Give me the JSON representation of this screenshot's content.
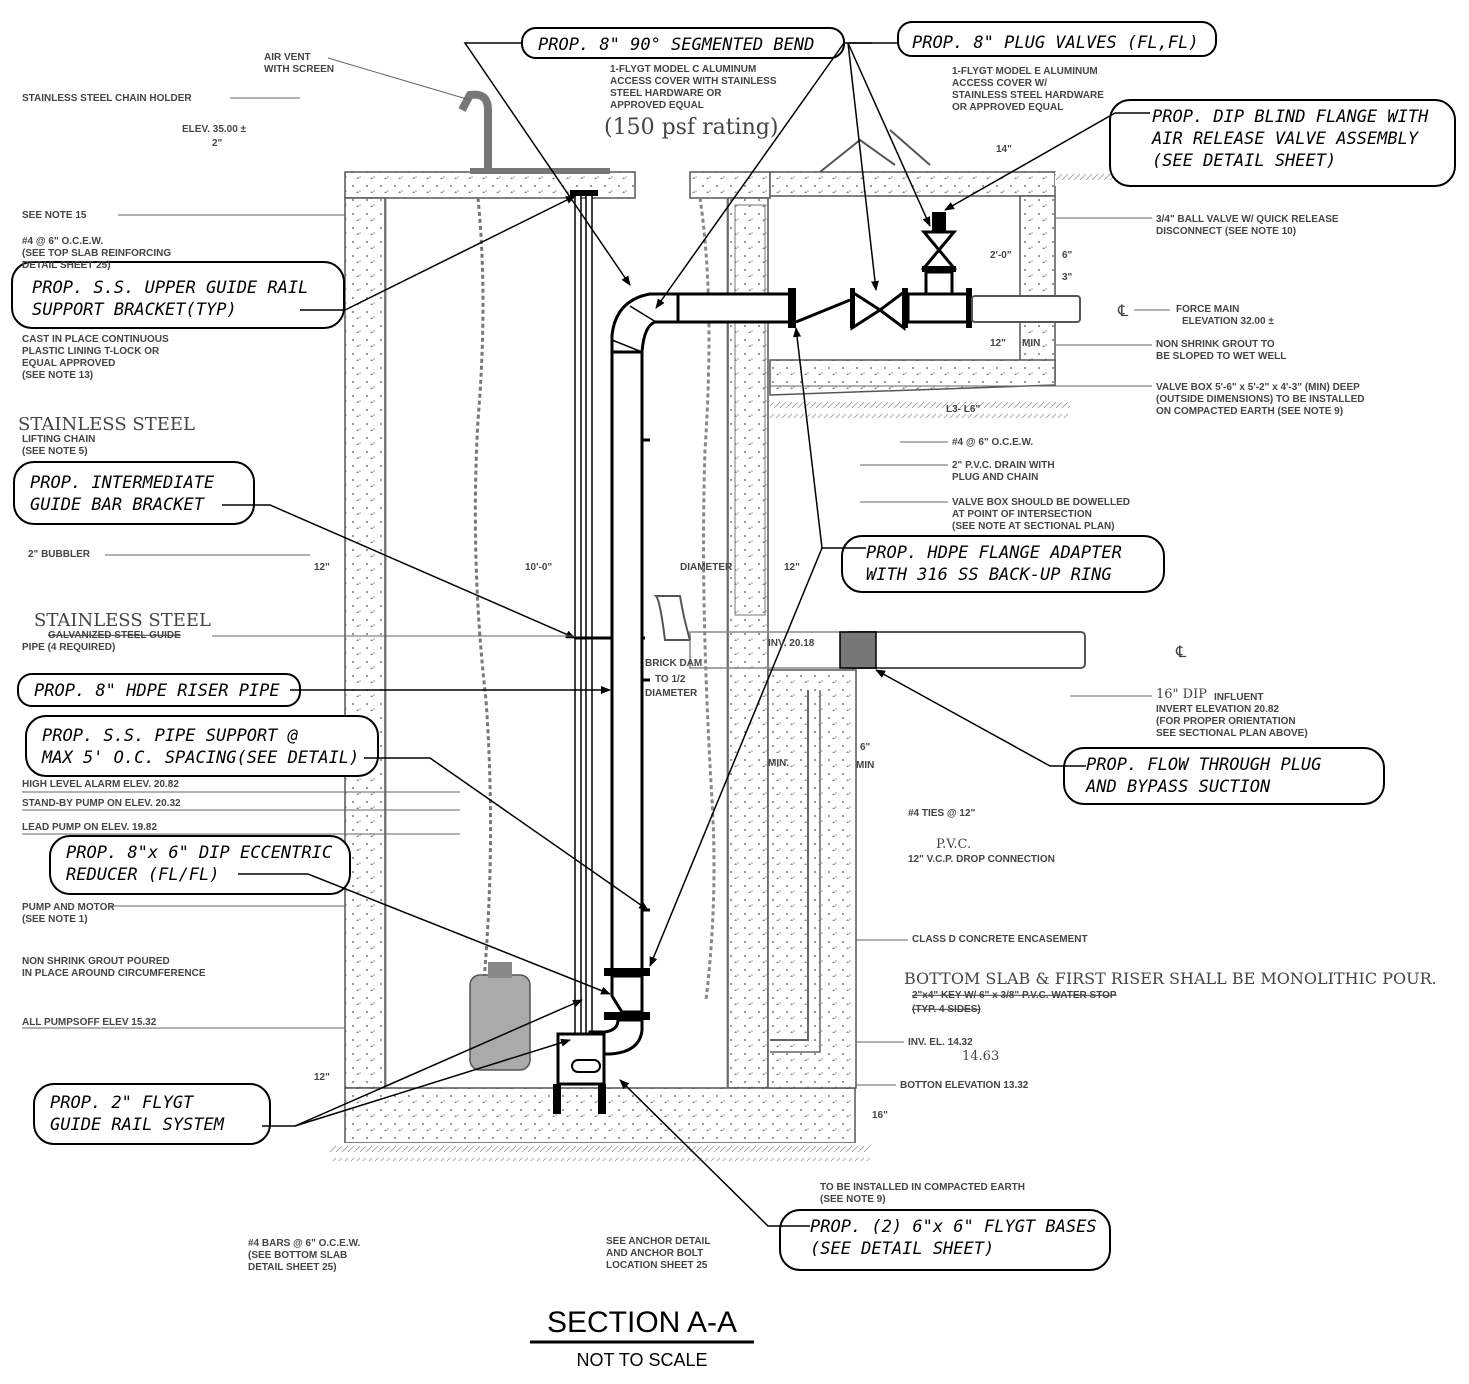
{
  "title": {
    "main": "SECTION A-A",
    "sub": "NOT TO SCALE"
  },
  "callouts": {
    "bend": "PROP. 8\" 90° SEGMENTED BEND",
    "plug_valves": "PROP. 8\" PLUG VALVES (FL,FL)",
    "blind_flange": [
      "PROP. DIP BLIND FLANGE WITH",
      "AIR RELEASE VALVE ASSEMBLY",
      "(SEE DETAIL SHEET)"
    ],
    "upper_bracket": [
      "PROP. S.S. UPPER GUIDE RAIL",
      "SUPPORT BRACKET(TYP)"
    ],
    "intermediate_bracket": [
      "PROP. INTERMEDIATE",
      "GUIDE BAR BRACKET"
    ],
    "hdpe_flange": [
      "PROP. HDPE FLANGE ADAPTER",
      "WITH 316 SS BACK-UP RING"
    ],
    "riser": "PROP. 8\" HDPE RISER PIPE",
    "pipe_support": [
      "PROP. S.S. PIPE SUPPORT @",
      "MAX 5' O.C. SPACING(SEE DETAIL)"
    ],
    "reducer": [
      "PROP. 8\"x 6\" DIP ECCENTRIC",
      "REDUCER (FL/FL)"
    ],
    "flow_plug": [
      "PROP. FLOW THROUGH PLUG",
      "AND BYPASS SUCTION"
    ],
    "guide_rail": [
      "PROP. 2\" FLYGT",
      "GUIDE RAIL SYSTEM"
    ],
    "bases": [
      "PROP. (2) 6\"x 6\" FLYGT BASES",
      "(SEE DETAIL SHEET)"
    ]
  },
  "labels_left": {
    "air_vent": [
      "AIR VENT",
      "WITH SCREEN"
    ],
    "chain_holder": "STAINLESS STEEL CHAIN HOLDER",
    "elev": "ELEV. 35.00 ±",
    "two_in": "2\"",
    "see_note_15": "SEE NOTE 15",
    "rebar": [
      "#4 @ 6\" O.C.E.W.",
      "(SEE TOP SLAB REINFORCING",
      "DETAIL SHEET 25)"
    ],
    "liner": [
      "CAST IN PLACE CONTINUOUS",
      "PLASTIC LINING T-LOCK OR",
      "EQUAL APPROVED",
      "(SEE NOTE 13)"
    ],
    "ss_hand": "STAINLESS STEEL",
    "lifting_chain": [
      "LIFTING CHAIN",
      "(SEE NOTE 5)"
    ],
    "bubbler": "2\" BUBBLER",
    "ss_hand_2": "STAINLESS STEEL",
    "galv_guide": "GALVANIZED STEEL GUIDE",
    "guide_pipe": "PIPE (4 REQUIRED)",
    "high_alarm": "HIGH LEVEL ALARM ELEV. 20.82",
    "standby": "STAND-BY PUMP ON ELEV. 20.32",
    "lead": "LEAD PUMP ON ELEV. 19.82",
    "pump_motor": [
      "PUMP AND MOTOR",
      "(SEE NOTE 1)"
    ],
    "grout": [
      "NON SHRINK GROUT POURED",
      "IN PLACE AROUND CIRCUMFERENCE"
    ],
    "pumps_off": "ALL PUMPSOFF ELEV 15.32",
    "bottom_bars": [
      "#4 BARS @ 6\" O.C.E.W.",
      "(SEE BOTTOM SLAB",
      "DETAIL SHEET 25)"
    ],
    "anchor": [
      "SEE ANCHOR DETAIL",
      "AND ANCHOR BOLT",
      "LOCATION SHEET 25"
    ],
    "compacted": [
      "TO BE INSTALLED IN COMPACTED EARTH",
      "(SEE NOTE 9)"
    ]
  },
  "labels_center": {
    "flygt_cover": [
      "1-FLYGT MODEL C ALUMINUM",
      "ACCESS COVER WITH STAINLESS",
      "STEEL HARDWARE OR",
      "APPROVED EQUAL"
    ],
    "psf": "(150 psf rating)",
    "diameter_10": "10'-0\"",
    "diameter": "DIAMETER",
    "twelve_l": "12\"",
    "twelve_r": "12\"",
    "brick_dam": [
      "BRICK DAM",
      "TO 1/2",
      "DIAMETER"
    ],
    "invert_in": "INV. 20.18",
    "six_min": [
      "6\"",
      "MIN"
    ],
    "min_lbl": "MIN.",
    "sixteen": "16\"",
    "twelve_bot": "12\""
  },
  "labels_right": {
    "valve_cover": [
      "1-FLYGT MODEL E ALUMINUM",
      "ACCESS COVER W/",
      "STAINLESS STEEL HARDWARE",
      "OR APPROVED EQUAL"
    ],
    "fourteen": "14\"",
    "ball_valve": [
      "3/4\" BALL  VALVE  W/ QUICK RELEASE",
      "DISCONNECT  (SEE NOTE 10)"
    ],
    "dims": [
      "2'-0\"",
      "6\"",
      "3\"",
      "12\"",
      "MIN"
    ],
    "force_main": [
      "FORCE MAIN",
      "ELEVATION 32.00 ±"
    ],
    "grout_slope": [
      "NON SHRINK GROUT TO",
      "BE SLOPED TO WET WELL"
    ],
    "valve_box": [
      "VALVE BOX 5'-6\" x 5'-2\" x 4'-3\" (MIN) DEEP",
      "(OUTSIDE DIMENSIONS) TO BE INSTALLED",
      "ON COMPACTED EARTH (SEE NOTE 9)"
    ],
    "l3": "L3- L6\"",
    "rebar_r": "#4 @ 6\" O.C.E.W.",
    "drain": [
      "2\" P.V.C. DRAIN WITH",
      "PLUG AND CHAIN"
    ],
    "dowel": [
      "VALVE BOX SHOULD BE DOWELLED",
      "AT POINT OF INTERSECTION",
      "(SEE NOTE AT SECTIONAL PLAN)"
    ],
    "dip16": "16\" DIP",
    "influent": [
      "INFLUENT",
      "INVERT ELEVATION 20.82",
      "(FOR PROPER ORIENTATION",
      "SEE SECTIONAL PLAN ABOVE)"
    ],
    "ties": "#4 TIES @ 12\"",
    "pvc_hand": "P.V.C.",
    "drop": "12\" V.C.P. DROP CONNECTION",
    "class_d": "CLASS D CONCRETE ENCASEMENT",
    "monolithic": "BOTTOM SLAB & FIRST RISER SHALL BE MONOLITHIC POUR.",
    "key": [
      "2\"x4\" KEY W/ 6\" x 3/8\" P.V.C. WATER STOP",
      "(TYP. 4 SIDES)"
    ],
    "inv_el": "INV. EL. 14.32",
    "inv_new": "14.63",
    "bottom_elev": "BOTTON ELEVATION 13.32",
    "cl": "℄"
  },
  "colors": {
    "ink": "#000000",
    "faded": "#555555",
    "concrete": "#c8c8c8",
    "paper": "#ffffff"
  }
}
